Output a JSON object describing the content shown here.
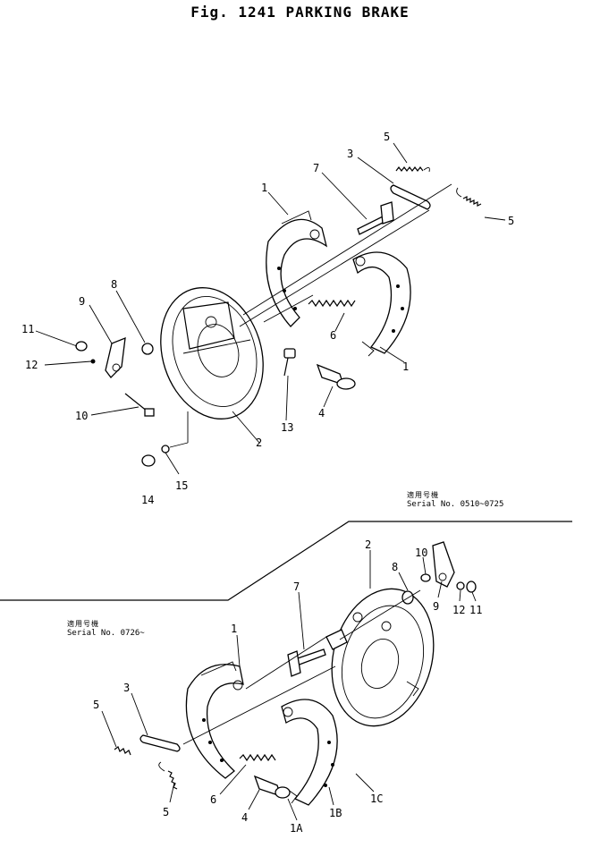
{
  "figure": {
    "title": "Fig. 1241   PARKING BRAKE"
  },
  "serial_top": {
    "jp": "適用号機",
    "text": "Serial No. 0510~0725"
  },
  "serial_bottom": {
    "jp": "適用号機",
    "text": "Serial No. 0726~"
  },
  "callouts_top": [
    "1",
    "1",
    "2",
    "3",
    "4",
    "5",
    "5",
    "6",
    "7",
    "8",
    "9",
    "10",
    "11",
    "12",
    "13",
    "14",
    "15"
  ],
  "callouts_bottom": [
    "1",
    "1A",
    "1B",
    "1C",
    "2",
    "3",
    "4",
    "5",
    "5",
    "6",
    "7",
    "8",
    "9",
    "10",
    "11",
    "12"
  ]
}
